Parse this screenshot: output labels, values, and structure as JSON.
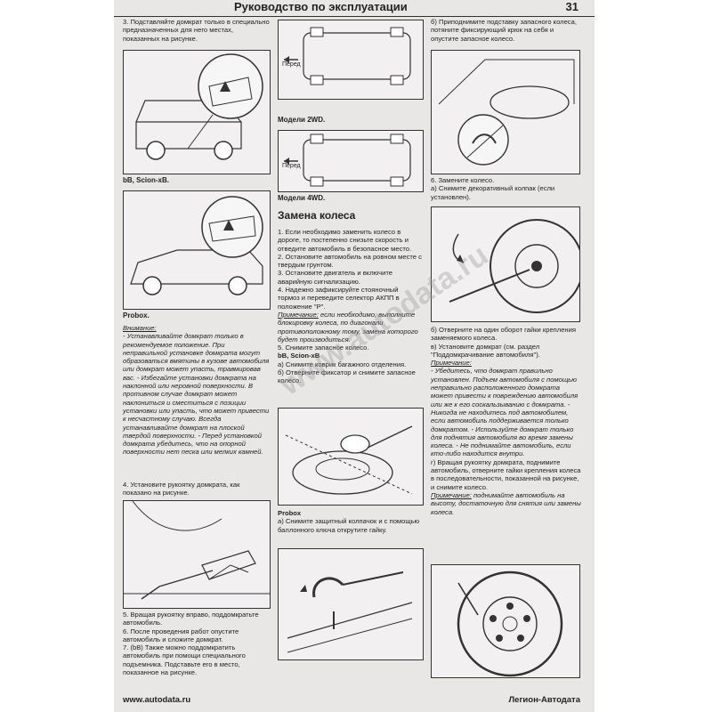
{
  "header": {
    "title": "Руководство по эксплуатации",
    "page_number": "31"
  },
  "col1": {
    "step3": "3. Подставляйте домкрат только в специально предназначенных для него местах, показанных на рисунке.",
    "cap_bb": "bB, Scion-xB.",
    "cap_probox": "Probox.",
    "note_label": "Внимание:",
    "note_text": "- Устанавливайте домкрат только в рекомендуемое положение. При неправильной установке домкрата могут образоваться вмятины в кузове автомобиля или домкрат может упасть, травмировав вас. - Избегайте установки домкрата на наклонной или неровной поверхности. В противном случае домкрат может наклониться и сместиться с позиции установки или упасть, что может привести к несчастному случаю. Всегда устанавливайте домкрат на плоской твердой поверхности. - Перед установкой домкрата убедитесь, что на опорной поверхности нет песка или мелких камней.",
    "step4": "4. Установите рукоятку домкрата, как показано на рисунке.",
    "step5": "5. Вращая рукоятку вправо, поддомкратьте автомобиль.",
    "step6": "6. После проведения работ опустите автомобиль и сложите домкрат.",
    "step7": "7. (bB) Также можно поддомкратить автомобиль при помощи специального подъемника. Подставьте его в место, показанное на рисунке."
  },
  "col2": {
    "label_front_1": "Перед",
    "cap_2wd": "Модели 2WD.",
    "label_front_2": "Перед",
    "cap_4wd": "Модели 4WD.",
    "heading": "Замена колеса",
    "p1": "1. Если необходимо заменить колесо в дороге, то постепенно снизьте скорость и отведите автомобиль в безопасное место.",
    "p2": "2. Остановите автомобиль на ровном месте с твердым грунтом.",
    "p3": "3. Остановите двигатель и включите аварийную сигнализацию.",
    "p4": "4. Надежно зафиксируйте стояночный тормоз и переведите селектор АКПП в положение \"P\".",
    "note_label": "Примечание:",
    "note_text": "если необходимо, выполните блокировку колеса, по диагонали противоположному тому, замена которого будет производиться.",
    "p5": "5. Снимите запасное колесо.",
    "sub_bb": "bB, Scion-xB",
    "p5a": "а) Снимите коврик багажного отделения.",
    "p5b": "б) Отверните фиксатор и снимите запасное колесо.",
    "sub_probox": "Probox",
    "p5a2": "а) Снимите защитный колпачок и с помощью баллонного ключа открутите гайку."
  },
  "col3": {
    "p5b2": "б) Приподнимите подставку запасного колеса, потяните фиксирующий крюк на себя и опустите запасное колесо.",
    "p6": "6. Замените колесо.",
    "p6a": "а) Снимите декоративный колпак (если установлен).",
    "p6b": "б) Отверните на один оборот гайки крепления заменяемого колеса.",
    "p6v": "в) Установите домкрат (см. раздел \"Поддомкрачивание автомобиля\").",
    "note_label": "Примечание:",
    "note_text": "- Убедитесь, что домкрат правильно установлен. Подъем автомобиля с помощью неправильно расположенного домкрата может привести к повреждению автомобиля или же к его соскальзыванию с домкрата. - Никогда не находитесь под автомобилем, если автомобиль поддерживается только домкратом. - Используйте домкрат только для поднятия автомобиля во время замены колеса. - Не поднимайте автомобиль, если кто-либо находится внутри.",
    "p6g": "г) Вращая рукоятку домкрата, поднимите автомобиль, отверните гайки крепления колеса в последовательности, показанной на рисунке, и снимите колесо.",
    "note2_label": "Примечание:",
    "note2_text": "поднимайте автомобиль на высоту, достаточную для снятия или замены колеса."
  },
  "footer": {
    "left": "www.autodata.ru",
    "right": "Легион-Автодата"
  },
  "watermark": "www.autodata.ru"
}
